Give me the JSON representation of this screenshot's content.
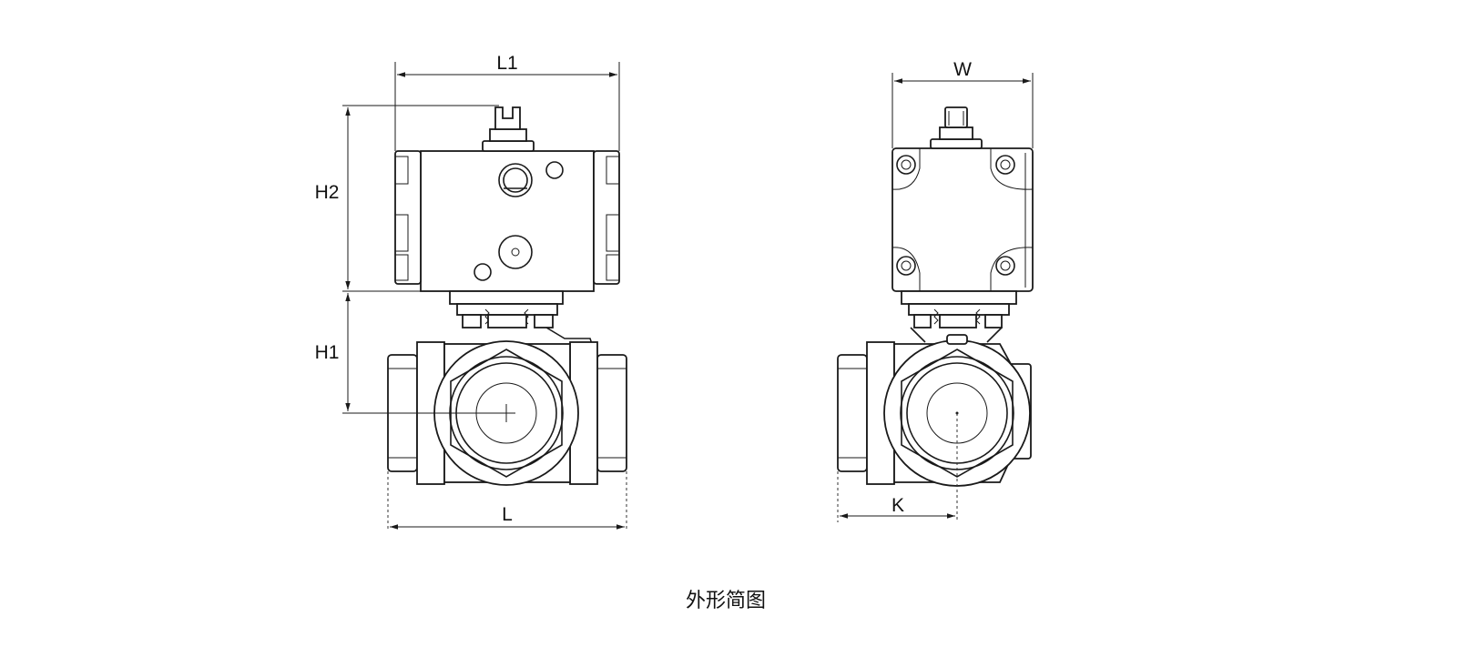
{
  "front_view": {
    "labels": {
      "l1": "L1",
      "h2": "H2",
      "h1": "H1",
      "l": "L"
    }
  },
  "side_view": {
    "labels": {
      "w": "W",
      "k": "K"
    }
  },
  "caption": "外形简图"
}
